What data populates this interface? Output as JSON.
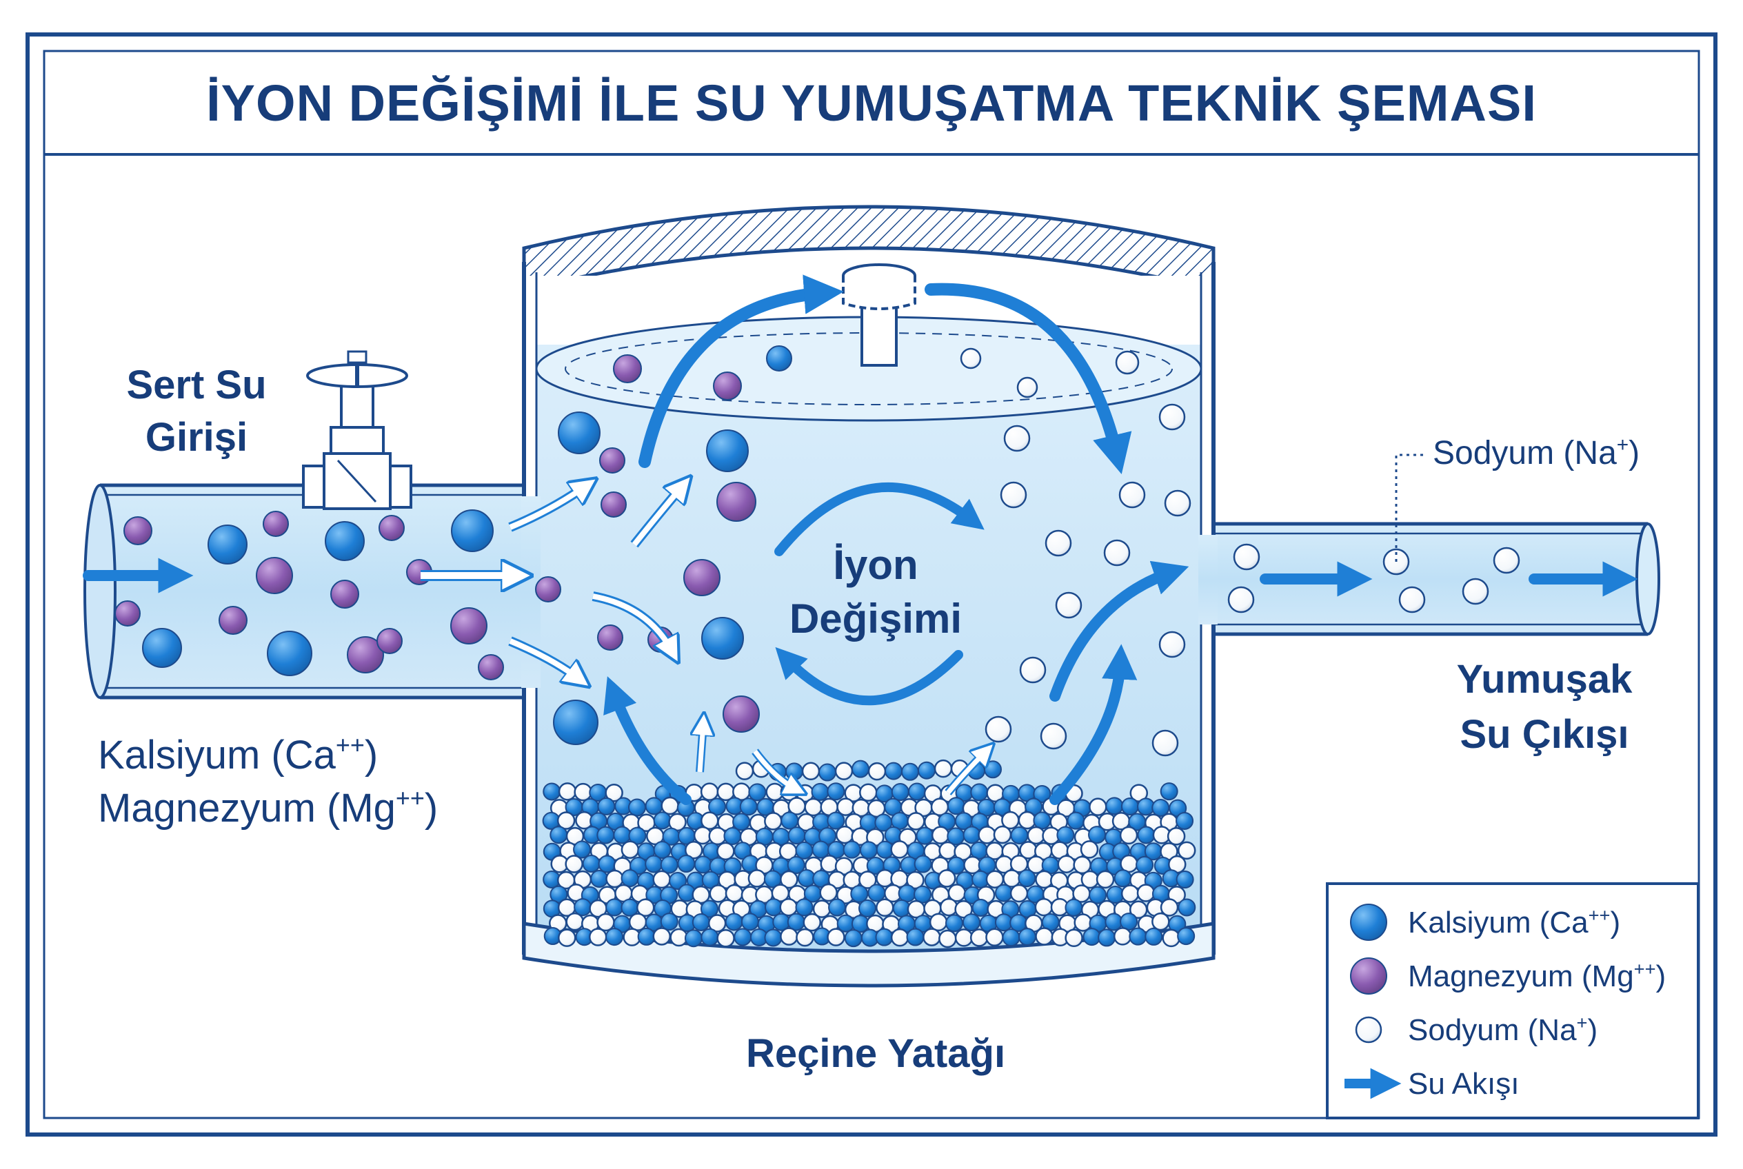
{
  "title": "İYON DEĞİŞİMİ İLE SU YUMUŞATMA TEKNİK ŞEMASI",
  "labels": {
    "inlet_line1": "Sert Su",
    "inlet_line2": "Girişi",
    "calcium_label": "Kalsiyum (Ca",
    "calcium_charge": "++",
    "calcium_close": ")",
    "magnesium_label": "Magnezyum (Mg",
    "magnesium_charge": "++",
    "magnesium_close": ")",
    "center_line1": "İyon",
    "center_line2": "Değişimi",
    "sodium_callout": "Sodyum (Na",
    "sodium_charge": "+",
    "sodium_close": ")",
    "outlet_line1": "Yumuşak",
    "outlet_line2": "Su Çıkışı",
    "resin_bed": "Reçine Yatağı"
  },
  "legend": {
    "items": [
      {
        "icon": "calcium-ion-icon",
        "label": "Kalsiyum (Ca",
        "charge": "++",
        "close": ")",
        "color": "#1f7fd6"
      },
      {
        "icon": "magnesium-ion-icon",
        "label": "Magnezyum (Mg",
        "charge": "++",
        "close": ")",
        "color": "#8a5bb0"
      },
      {
        "icon": "sodium-ion-icon",
        "label": "Sodyum (Na",
        "charge": "+",
        "close": ")",
        "color": "#ffffff"
      },
      {
        "icon": "water-flow-arrow-icon",
        "label": "Su Akışı",
        "charge": "",
        "close": "",
        "color": "#1f7fd6"
      }
    ]
  },
  "colors": {
    "line": "#1d4a8c",
    "water": "#cfe6f7",
    "calcium": "#1f7fd6",
    "magnesium": "#8a5bb0",
    "sodium": "#ffffff",
    "flow_arrow": "#1f7fd6"
  }
}
